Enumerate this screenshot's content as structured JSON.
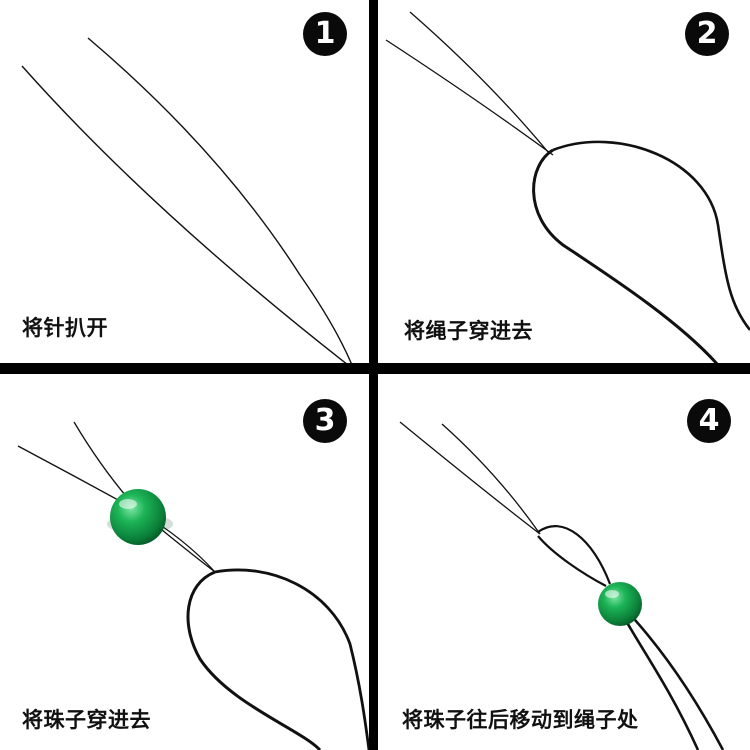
{
  "steps": [
    {
      "number": "1",
      "caption": "将针扒开"
    },
    {
      "number": "2",
      "caption": "将绳子穿进去"
    },
    {
      "number": "3",
      "caption": "将珠子穿进去"
    },
    {
      "number": "4",
      "caption": "将珠子往后移动到绳子处"
    }
  ],
  "colors": {
    "bead": "#13a04a",
    "line": "#111111",
    "divider": "#000000",
    "badge": "#0a0a0a"
  }
}
